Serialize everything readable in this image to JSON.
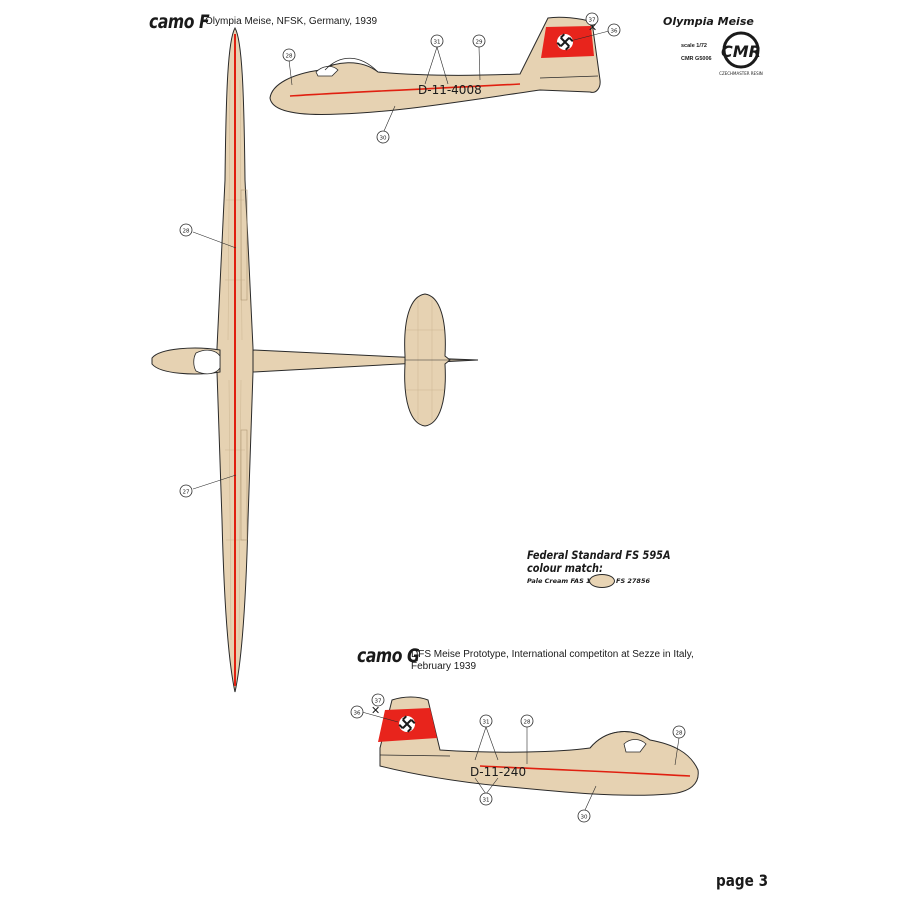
{
  "header": {
    "camo_f_label": "camo F",
    "camo_f_caption": "Olympia Meise, NFSK, Germany, 1939",
    "brand_title": "Olympia Meise",
    "scale": "scale 1/72",
    "kit_code": "CMR G5006",
    "logo_text": "CMR",
    "logo_subtext": "CZECHMASTER RESIN"
  },
  "camo_f": {
    "registration": "D-11-4008",
    "callouts": [
      "28",
      "31",
      "29",
      "37",
      "36",
      "30",
      "28",
      "27"
    ]
  },
  "colour_match": {
    "title_line1": "Federal Standard FS 595A",
    "title_line2": "colour match:",
    "colour_name": "Pale Cream FAS 1 -",
    "fs_code": "FS 27856",
    "swatch_color": "#e8d4b4"
  },
  "camo_g": {
    "label": "camo G",
    "caption_line1": "DFS Meise Prototype, International competiton at Sezze in Italy,",
    "caption_line2": "February 1939",
    "registration": "D-11-240",
    "callouts": [
      "37",
      "36",
      "31",
      "31",
      "28",
      "28",
      "30"
    ]
  },
  "footer": {
    "page": "page 3"
  },
  "colors": {
    "body": "#e6d2b2",
    "stripe": "#e02010",
    "tail_red": "#e8241c",
    "outline": "#2a2a2a"
  }
}
